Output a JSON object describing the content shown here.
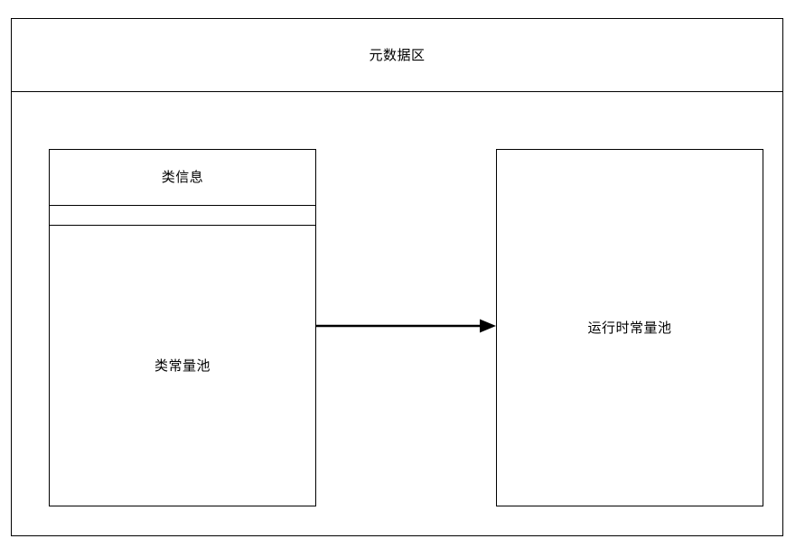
{
  "diagram": {
    "title": "元数据区",
    "nodes": {
      "class_box": {
        "header_label": "类信息",
        "spacer_label": "",
        "body_label": "类常量池"
      },
      "runtime_box": {
        "label": "运行时常量池"
      }
    },
    "edges": [
      {
        "name": "class-constant-pool-to-runtime-constant-pool",
        "from": "类常量池",
        "to": "运行时常量池",
        "label": "",
        "arrowhead": "filled-triangle",
        "direction": "right"
      }
    ],
    "colors": {
      "stroke": "#000000",
      "fill": "#ffffff",
      "text": "#000000"
    }
  }
}
